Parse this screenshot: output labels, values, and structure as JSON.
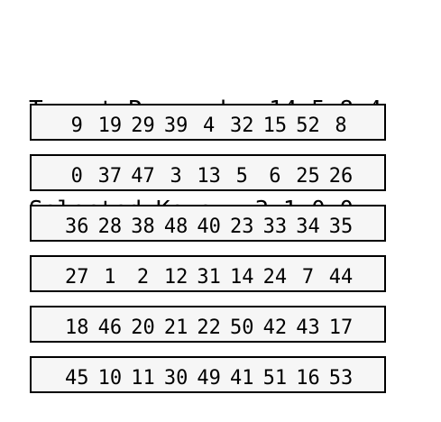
{
  "header": {
    "target_label": "Target Passcode:",
    "target_value": "14 5 8 4",
    "selected_label": "Selected Keys:",
    "selected_value": "3 1 0 0"
  },
  "keypad": {
    "rows": [
      [
        "9",
        "19",
        "29",
        "39",
        "4",
        "32",
        "15",
        "52",
        "8"
      ],
      [
        "0",
        "37",
        "47",
        "3",
        "13",
        "5",
        "6",
        "25",
        "26"
      ],
      [
        "36",
        "28",
        "38",
        "48",
        "40",
        "23",
        "33",
        "34",
        "35"
      ],
      [
        "27",
        "1",
        "2",
        "12",
        "31",
        "14",
        "24",
        "7",
        "44"
      ],
      [
        "18",
        "46",
        "20",
        "21",
        "22",
        "50",
        "42",
        "43",
        "17"
      ],
      [
        "45",
        "10",
        "11",
        "30",
        "49",
        "41",
        "51",
        "16",
        "53"
      ]
    ]
  },
  "colors": {
    "row_background": "#f6f6f6",
    "row_border": "#000000",
    "text": "#000000",
    "page_background": "#ffffff"
  }
}
